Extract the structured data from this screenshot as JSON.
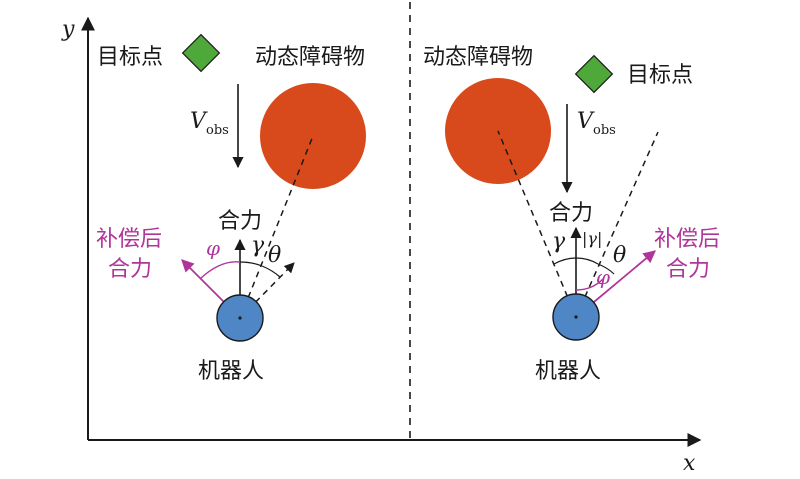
{
  "axes": {
    "x_label": "x",
    "y_label": "y"
  },
  "left_panel": {
    "target_label": "目标点",
    "obstacle_label": "动态障碍物",
    "velocity_symbol": "V",
    "velocity_subscript": "obs",
    "resultant_label": "合力",
    "compensated_line1": "补偿后",
    "compensated_line2": "合力",
    "phi": "φ",
    "gamma": "γ",
    "theta": "θ",
    "robot_label": "机器人"
  },
  "right_panel": {
    "target_label": "目标点",
    "obstacle_label": "动态障碍物",
    "velocity_symbol": "V",
    "velocity_subscript": "obs",
    "resultant_label": "合力",
    "compensated_line1": "补偿后",
    "compensated_line2": "合力",
    "phi": "φ",
    "gamma": "γ",
    "abs_gamma": "|γ|",
    "theta": "θ",
    "robot_label": "机器人"
  },
  "colors": {
    "obstacle": "#d84a1b",
    "robot": "#4f86c6",
    "target": "#4fa83a",
    "compensated": "#b0359a",
    "line": "#1a1a1a"
  }
}
